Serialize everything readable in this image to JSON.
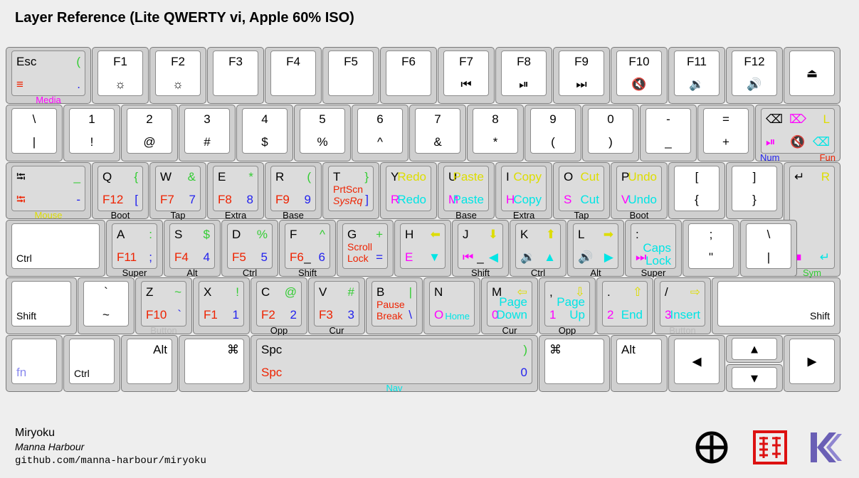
{
  "title": "Layer Reference (Lite QWERTY vi, Apple 60% ISO)",
  "footer": {
    "name": "Miryoku",
    "author": "Manna Harbour",
    "url": "github.com/manna-harbour/miryoku"
  },
  "colors": {
    "media": "#ff00ff",
    "nav": "#00e5e5",
    "mouse": "#dddd00",
    "sym": "#33cc33",
    "num": "#2222ee",
    "fun": "#ee2200",
    "button": "#bbbbbb",
    "background": "#eeeeee"
  },
  "logos": [
    "miryoku-mark-logo",
    "kanji-seal-logo",
    "kk-brand-logo"
  ],
  "keys": {
    "esc": {
      "tl": "Esc",
      "tr": "(",
      "bl": "≡",
      "br": ".",
      "ft": "Media"
    },
    "f1": {
      "tc": "F1",
      "bc": "☼"
    },
    "f2": {
      "tc": "F2",
      "bc": "☼"
    },
    "f3": {
      "tc": "F3"
    },
    "f4": {
      "tc": "F4"
    },
    "f5": {
      "tc": "F5"
    },
    "f6": {
      "tc": "F6"
    },
    "f7": {
      "tc": "F7",
      "bc": "⏮"
    },
    "f8": {
      "tc": "F8",
      "bc": "⏯"
    },
    "f9": {
      "tc": "F9",
      "bc": "⏭"
    },
    "f10": {
      "tc": "F10",
      "bc": "🔇"
    },
    "f11": {
      "tc": "F11",
      "bc": "🔉"
    },
    "f12": {
      "tc": "F12",
      "bc": "🔊"
    },
    "eject": {
      "cc": "⏏"
    },
    "backslash": {
      "tc": "\\",
      "bc": "|"
    },
    "n1": {
      "tc": "1",
      "bc": "!"
    },
    "n2": {
      "tc": "2",
      "bc": "@"
    },
    "n3": {
      "tc": "3",
      "bc": "#"
    },
    "n4": {
      "tc": "4",
      "bc": "$"
    },
    "n5": {
      "tc": "5",
      "bc": "%"
    },
    "n6": {
      "tc": "6",
      "bc": "^"
    },
    "n7": {
      "tc": "7",
      "bc": "&"
    },
    "n8": {
      "tc": "8",
      "bc": "*"
    },
    "n9": {
      "tc": "9",
      "bc": "("
    },
    "n0": {
      "tc": "0",
      "bc": ")"
    },
    "minus": {
      "tc": "-",
      "bc": "_"
    },
    "equal": {
      "tc": "=",
      "bc": "+"
    },
    "backspace": {
      "tl": "⌫",
      "tm": "⌦",
      "tr": "L",
      "bl": "⏯",
      "bm": "🔇",
      "br": "⌫",
      "ftl": "Num",
      "ftr": "Fun"
    },
    "tab": {
      "tl": "⭾",
      "tr": "_",
      "bl": "⭾",
      "br": "-",
      "ft": "Mouse"
    },
    "q": {
      "tl": "Q",
      "tr": "{",
      "bl": "F12",
      "br": "[",
      "ft": "Boot"
    },
    "w": {
      "tl": "W",
      "tr": "&",
      "bl": "F7",
      "br": "7",
      "ft": "Tap"
    },
    "e": {
      "tl": "E",
      "tr": "*",
      "bl": "F8",
      "br": "8",
      "ft": "Extra"
    },
    "r": {
      "tl": "R",
      "tr": "(",
      "bl": "F9",
      "br": "9",
      "ft": "Base"
    },
    "t": {
      "tl": "T",
      "tr": "}",
      "bl1": "PrtScn",
      "bl2": "SysRq",
      "br": "]"
    },
    "y": {
      "tl": "Y",
      "tr": "Redo",
      "bl": "R",
      "br": "Redo"
    },
    "u": {
      "tl": "U",
      "tr": "Paste",
      "bl": "M",
      "br": "Paste",
      "ft": "Base"
    },
    "i": {
      "tl": "I",
      "tr": "Copy",
      "bl": "H",
      "br": "Copy",
      "ft": "Extra"
    },
    "o": {
      "tl": "O",
      "tr": "Cut",
      "bl": "S",
      "br": "Cut",
      "ft": "Tap"
    },
    "p": {
      "tl": "P",
      "tr": "Undo",
      "bl": "V",
      "br": "Undo",
      "ft": "Boot"
    },
    "lbracket": {
      "tc": "[",
      "bc": "{"
    },
    "rbracket": {
      "tc": "]",
      "bc": "}"
    },
    "enter": {
      "tl": "↵",
      "tr": "R",
      "bl": "■",
      "br": "↵",
      "ft": "Sym"
    },
    "ctrl": {
      "bl": "Ctrl"
    },
    "a": {
      "tl": "A",
      "tr": ":",
      "bl": "F11",
      "br": ";",
      "ft": "Super"
    },
    "s": {
      "tl": "S",
      "tr": "$",
      "bl": "F4",
      "br": "4",
      "ft": "Alt"
    },
    "d": {
      "tl": "D",
      "tr": "%",
      "bl": "F5",
      "br": "5",
      "ft": "Ctrl"
    },
    "f": {
      "tl": "F",
      "tr": "^",
      "bl": "F6",
      "bm": "_",
      "br": "6",
      "ft": "Shift"
    },
    "g": {
      "tl": "G",
      "tr": "+",
      "bl1": "Scroll",
      "bl2": "Lock",
      "br": "="
    },
    "h": {
      "tl": "H",
      "tr": "⬅",
      "bl": "E",
      "br": "▼"
    },
    "j": {
      "tl": "J",
      "tr": "⬇",
      "bl": "⏮",
      "bm": "_",
      "br": "◀",
      "ft": "Shift"
    },
    "k": {
      "tl": "K",
      "tr": "⬆",
      "bl": "🔉",
      "br": "▲",
      "ft": "Ctrl"
    },
    "l": {
      "tl": "L",
      "tr": "➡",
      "bl": "🔊",
      "br": "▶",
      "ft": "Alt"
    },
    "colon": {
      "tl": ":",
      "tr1": "Caps",
      "bl": "⏭",
      "tr2": "Lock",
      "ft": "Super"
    },
    "semicolon": {
      "tc": ";",
      "bc": "\""
    },
    "hash": {
      "tc": "\\",
      "bc": "|"
    },
    "lshift": {
      "bl": "Shift"
    },
    "tilde": {
      "tc": "`",
      "bc": "~"
    },
    "z": {
      "tl": "Z",
      "tr": "~",
      "bl": "F10",
      "br": "`",
      "ft": "Button"
    },
    "x": {
      "tl": "X",
      "tr": "!",
      "bl": "F1",
      "br": "1"
    },
    "c": {
      "tl": "C",
      "tr": "@",
      "bl": "F2",
      "br": "2",
      "ft": "Opp"
    },
    "v": {
      "tl": "V",
      "tr": "#",
      "bl": "F3",
      "br": "3",
      "ft": "Cur"
    },
    "b": {
      "tl": "B",
      "tr": "|",
      "bl1": "Pause",
      "bl2": "Break",
      "br": "\\"
    },
    "n": {
      "tl": "N",
      "bl": "O",
      "br": "Home"
    },
    "m": {
      "tl": "M",
      "tr": "⇦",
      "bl": "0",
      "br1": "Page",
      "br2": "Down",
      "ft": "Cur"
    },
    "comma": {
      "tl": ",",
      "tr": "⇩",
      "bl": "1",
      "br1": "Page",
      "br2": "Up",
      "ft": "Opp"
    },
    "period": {
      "tl": ".",
      "tr": "⇧",
      "bl": "2",
      "br": "End"
    },
    "slash": {
      "tl": "/",
      "tr": "⇨",
      "bl": "3",
      "br": "Insert",
      "ft": "Button"
    },
    "rshift": {
      "br": "Shift"
    },
    "fn": {
      "bl": "fn"
    },
    "lctrl": {
      "bl": "Ctrl"
    },
    "lalt": {
      "tr": "Alt"
    },
    "lcmd": {
      "tr": "⌘"
    },
    "space": {
      "tl": "Spc",
      "tr": ")",
      "bl": "Spc",
      "br": "0",
      "ft": "Nav"
    },
    "rcmd": {
      "tl": "⌘"
    },
    "ralt": {
      "tl": "Alt"
    },
    "left": {
      "cc": "◀"
    },
    "up": {
      "cc": "▲"
    },
    "down": {
      "cc": "▼"
    },
    "right": {
      "cc": "▶"
    }
  }
}
